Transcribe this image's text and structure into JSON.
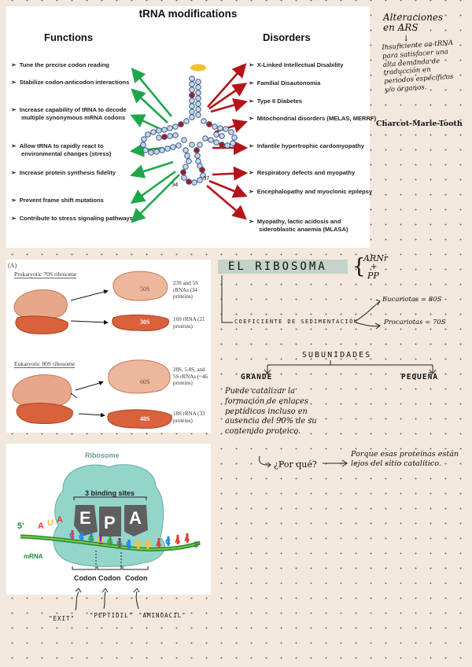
{
  "trna": {
    "title": "tRNA modifications",
    "functions_heading": "Functions",
    "disorders_heading": "Disorders",
    "functions": [
      "Tune the precise codon reading",
      "Stabilize codon-anticodon interactions",
      "Increase capability of tRNA to decode multiple synonymous mRNA codons",
      "Allow tRNA to rapidly react to environmental changes (stress)",
      "Increase protein synthesis fidelity",
      "Prevent frame shift mutations",
      "Contribute to stress signaling pathways"
    ],
    "disorders": [
      "X-Linked Intellectual Disability",
      "Familial Disautonomia",
      "Type II Diabetes",
      "Mitochondrial disorders (MELAS, MERRF)",
      "Infantile hypertrophic cardomyopathy",
      "Respiratory defects and myopathy",
      "Encephalopathy and myoclonic epilepsy",
      "Myopathy, lactic acidosis and sideroblastic anaemia (MLASA)"
    ],
    "pos_34": "34",
    "pos_37": "37",
    "colors": {
      "green": "#1fa64a",
      "red": "#b5141a"
    }
  },
  "notes_top": {
    "title": "Alteraciones en ARS",
    "arrow": "↓",
    "body": "Insuficiente aa-tRNA para satisfacer una alta demanda de traducción en periodos específicos y/o órganos.",
    "disease": "Charcot-Marie-Tooth"
  },
  "ribosome_fig": {
    "panel_label": "(A)",
    "prok_heading": "Prokaryotic 70S ribosome",
    "euk_heading": "Eukaryotic 80S ribosome",
    "prok_large": "50S",
    "prok_small": "30S",
    "euk_large": "60S",
    "euk_small": "40S",
    "prok_large_desc": "23S and 5S rRNAs (34 proteins)",
    "prok_small_desc": "16S rRNA (21 proteins)",
    "euk_large_desc": "28S, 5.8S, and 5S rRNAs (~46 proteins)",
    "euk_small_desc": "18S rRNA (33 proteins)"
  },
  "binding_fig": {
    "title": "Ribosome",
    "sites_label": "3 binding sites",
    "sites": [
      "E",
      "P",
      "A"
    ],
    "five_prime": "5'",
    "three_prime": "3'",
    "mrna": "mRNA",
    "codon": "Codon",
    "bases_left": [
      "A",
      "U",
      "A"
    ],
    "bases_mrna": [
      "C",
      "C",
      "G",
      "U",
      "G",
      "G",
      "C",
      "U",
      "U",
      "A",
      "C",
      "A",
      "A"
    ],
    "codon_labels": [
      "Codon",
      "Codon",
      "Codon"
    ]
  },
  "notes_right": {
    "title": "EL RIBOSOMA",
    "arnr": "ARNr",
    "plus": "+",
    "pp": "PP",
    "coef": "COEFICIENTE DE SEDIMENTACIÓN",
    "euk": "Eucariotas = 80S",
    "prok": "Procariotas = 70S",
    "subunidades": "SUBUNIDADES",
    "grande": "GRANDE",
    "pequena": "PEQUEÑA",
    "grande_text": "Puede catalizar la formación de enlaces peptídicos incluso en ausencia del 90% de su contenido proteico.",
    "question": "¿Por qué?",
    "answer": "Porque esas proteínas están lejos del sitio catalítico."
  },
  "notes_bottom": {
    "exit": "\"EXIT\"",
    "peptidil": "\"PEPTIDIL\"",
    "aminoacil": "\"AMINOACIL\""
  }
}
